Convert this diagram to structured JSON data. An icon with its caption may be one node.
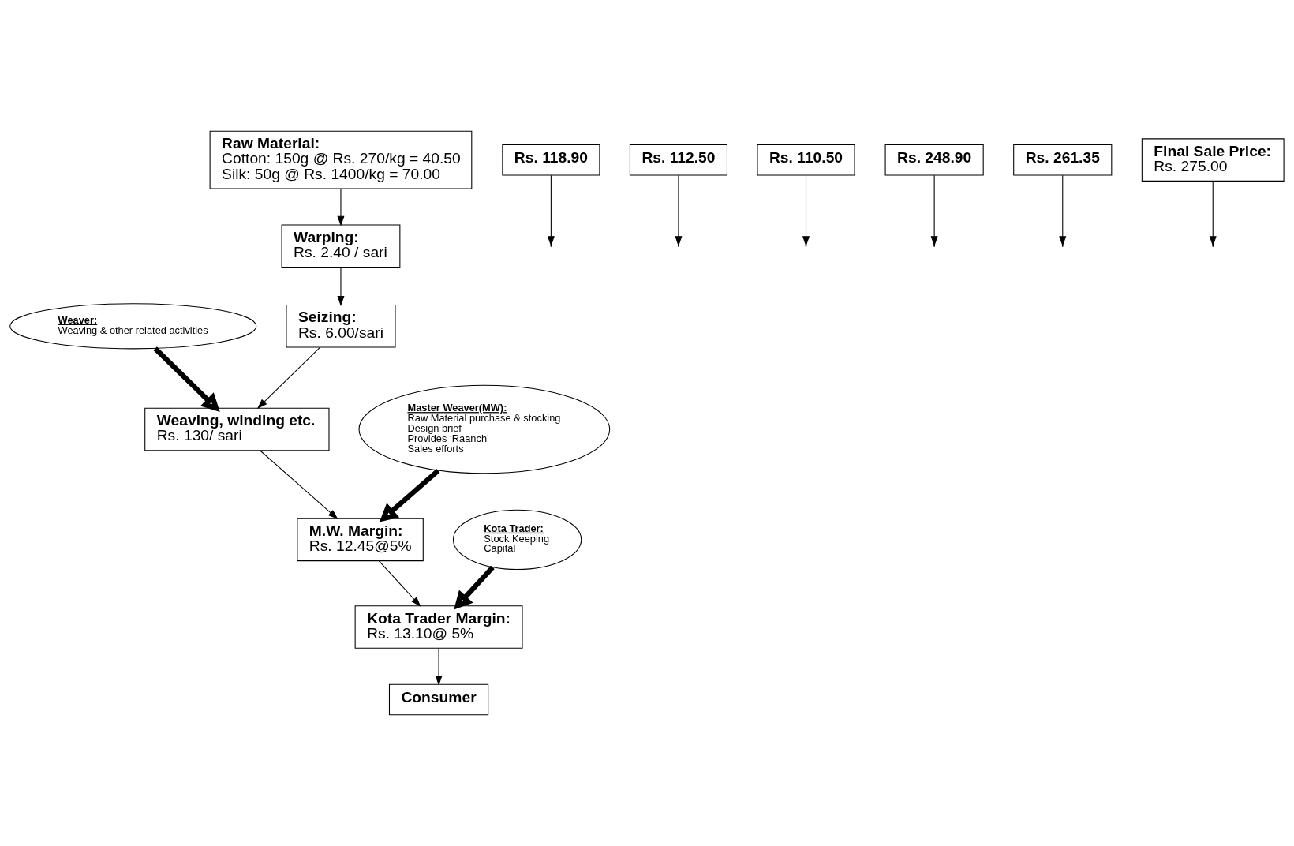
{
  "diagram": {
    "nodes": [
      {
        "text": [
          "Weaver:",
          "Weaving & other related activities"
        ]
      },
      {
        "text": [
          "Weaving, winding etc.",
          "Rs. 130/ sari"
        ]
      },
      {
        "text": [
          "Rs. 118.90"
        ]
      },
      {
        "text": [
          "Seizing:",
          "Rs. 6.00/sari"
        ]
      },
      {
        "text": [
          "Rs. 112.50"
        ]
      },
      {
        "text": [
          "Warping:",
          "Rs. 2.40 / sari"
        ]
      },
      {
        "text": [
          "Rs. 110.50"
        ]
      },
      {
        "text": [
          "Raw Material:",
          "Cotton: 150g @ Rs. 270/kg = 40.50",
          "Silk: 50g @ Rs. 1400/kg = 70.00"
        ]
      },
      {
        "text": [
          "Master Weaver(MW):",
          "Raw Material purchase & stocking",
          "Design brief",
          "Provides ‘Raanch’",
          "Sales efforts"
        ]
      },
      {
        "text": [
          "Rs. 248.90"
        ]
      },
      {
        "text": [
          "M.W. Margin:",
          "Rs. 12.45@5%"
        ]
      },
      {
        "text": [
          "Rs. 261.35"
        ]
      },
      {
        "text": [
          "Kota Trader:",
          "Stock Keeping",
          "Capital"
        ]
      },
      {
        "text": [
          "Kota Trader Margin:",
          "Rs. 13.10@ 5%"
        ]
      },
      {
        "text": [
          "Final Sale Price:",
          "Rs. 275.00"
        ]
      },
      {
        "text": [
          "Consumer"
        ]
      }
    ],
    "edges": [
      {
        "from": 7,
        "to": 5,
        "arrow": "to"
      },
      {
        "from": 6,
        "to": null,
        "arrow": "to"
      },
      {
        "from": 5,
        "to": 3,
        "arrow": "to"
      },
      {
        "from": 4,
        "to": null,
        "arrow": "to"
      },
      {
        "from": 3,
        "to": 1,
        "arrow": "to"
      },
      {
        "from": 2,
        "to": null,
        "arrow": "to"
      },
      {
        "from": 0,
        "to": 1,
        "arrow": "to",
        "style": "thick"
      },
      {
        "from": 1,
        "to": 10,
        "arrow": "to"
      },
      {
        "from": 9,
        "to": null,
        "arrow": "to"
      },
      {
        "from": 8,
        "to": 10,
        "arrow": "to",
        "style": "thick"
      },
      {
        "from": 10,
        "to": 13,
        "arrow": "to"
      },
      {
        "from": 11,
        "to": null,
        "arrow": "to"
      },
      {
        "from": 12,
        "to": 13,
        "arrow": "to",
        "style": "thick"
      },
      {
        "from": 13,
        "to": 15,
        "arrow": "to"
      },
      {
        "from": 14,
        "to": null,
        "arrow": "to"
      }
    ]
  }
}
